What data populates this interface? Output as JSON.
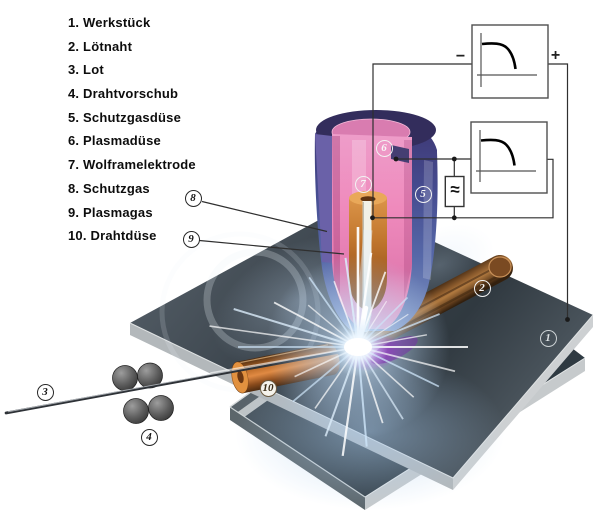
{
  "legend": {
    "items": [
      "1. Werkstück",
      "2. Lötnaht",
      "3. Lot",
      "4. Drahtvorschub",
      "5. Schutzgasdüse",
      "6. Plasmadüse",
      "7. Wolframelektrode",
      "8. Schutzgas",
      "9. Plasmagas",
      "10. Drahtdüse"
    ]
  },
  "markers": {
    "m1": "1",
    "m2": "2",
    "m3": "3",
    "m4": "4",
    "m5": "5",
    "m6": "6",
    "m7": "7",
    "m8": "8",
    "m9": "9",
    "m10": "10"
  },
  "circuit": {
    "minus": "−",
    "plus": "+",
    "hf_symbol": "≈"
  },
  "colors": {
    "shield_nozzle_blue": "#454b8f",
    "plasma_nozzle_pink": "#ef8abc",
    "electrode_holder_copper": "#c2772e",
    "workpiece_gray": "#39424a",
    "arc_blue": "#bfe0f8",
    "seam_copper": "#8a5a2c"
  }
}
